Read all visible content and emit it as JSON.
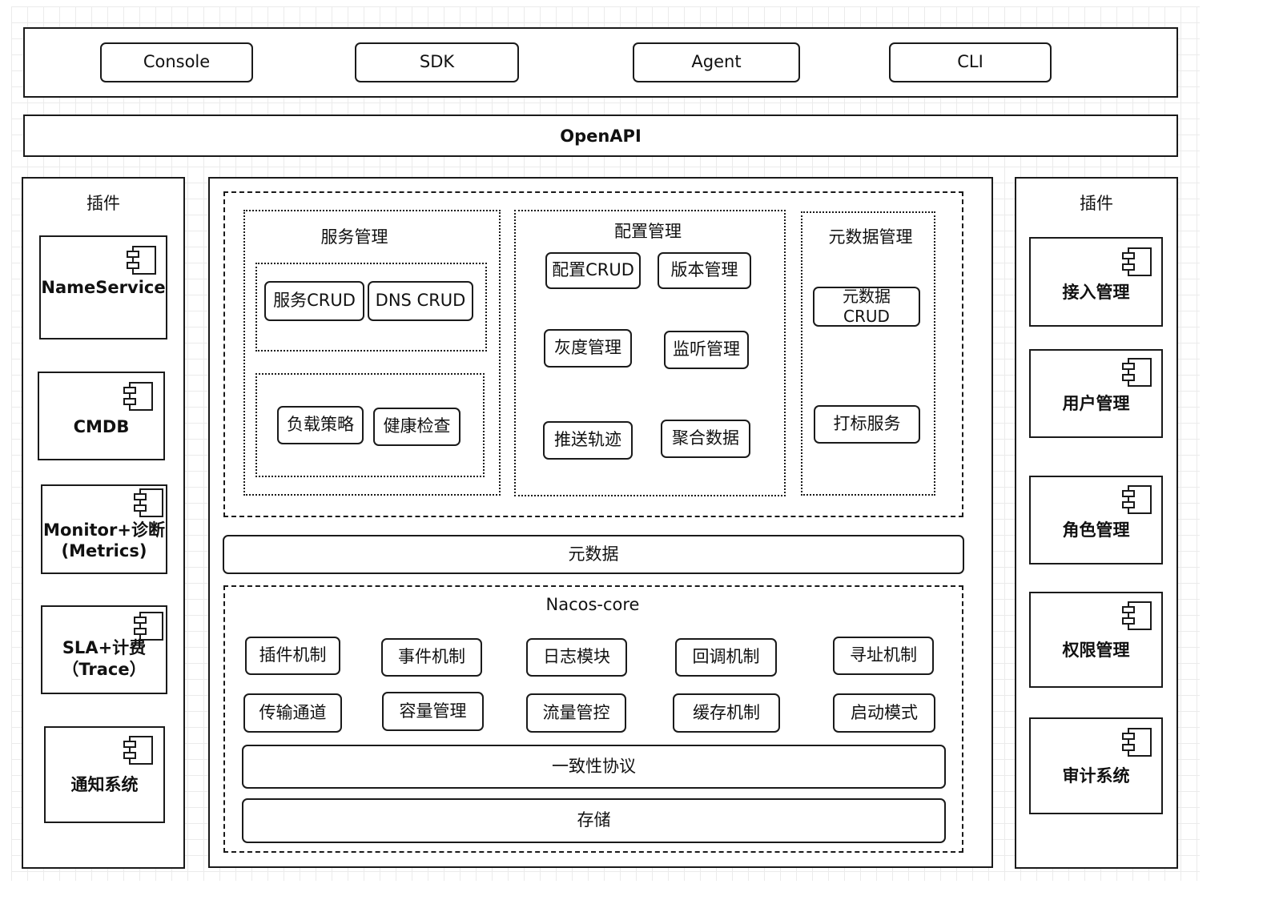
{
  "clients": [
    "Console",
    "SDK",
    "Agent",
    "CLI"
  ],
  "openapi": "OpenAPI",
  "left_panel": {
    "title": "插件",
    "items": [
      "NameService",
      "CMDB",
      "Monitor+诊断\n(Metrics)",
      "SLA+计费\n（Trace）",
      "通知系统"
    ]
  },
  "right_panel": {
    "title": "插件",
    "items": [
      "接入管理",
      "用户管理",
      "角色管理",
      "权限管理",
      "审计系统"
    ]
  },
  "service_mgmt": {
    "title": "服务管理",
    "group1": [
      "服务CRUD",
      "DNS CRUD"
    ],
    "group2": [
      "负载策略",
      "健康检查"
    ]
  },
  "config_mgmt": {
    "title": "配置管理",
    "items": [
      "配置CRUD",
      "版本管理",
      "灰度管理",
      "监听管理",
      "推送轨迹",
      "聚合数据"
    ]
  },
  "metadata_mgmt": {
    "title": "元数据管理",
    "items": [
      "元数据\nCRUD",
      "打标服务"
    ]
  },
  "metadata_bar": "元数据",
  "core": {
    "title": "Nacos-core",
    "row1": [
      "插件机制",
      "事件机制",
      "日志模块",
      "回调机制",
      "寻址机制"
    ],
    "row2": [
      "传输通道",
      "容量管理",
      "流量管控",
      "缓存机制",
      "启动模式"
    ],
    "consistency": "一致性协议",
    "storage": "存储"
  }
}
